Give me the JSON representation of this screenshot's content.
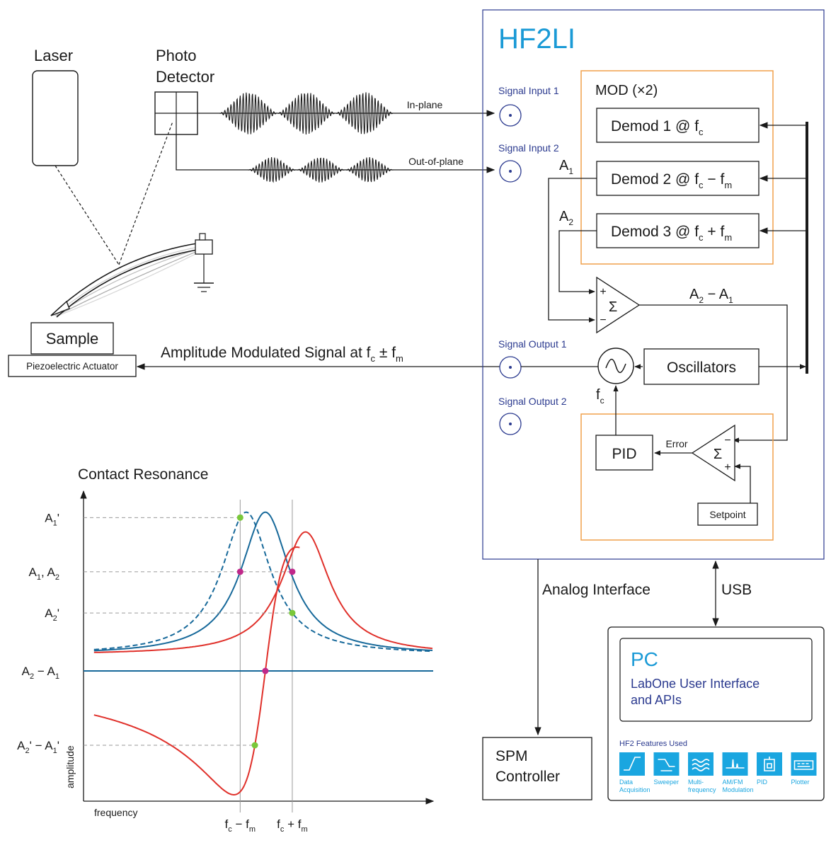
{
  "colors": {
    "line": "#1a1a1a",
    "brand_blue": "#1a9ad6",
    "label_blue": "#2b3a8f",
    "orange": "#f0a04b",
    "curve_blue": "#17699a",
    "curve_red": "#e0302a",
    "dot_magenta": "#c0288a",
    "dot_green": "#7ac83a",
    "icon_blue": "#1aa6e0"
  },
  "left": {
    "laser_label": "Laser",
    "photo_detector_label": [
      "Photo",
      "Detector"
    ],
    "sample_label": "Sample",
    "piezo_label": "Piezoelectric Actuator",
    "in_plane_label": "In-plane",
    "out_of_plane_label": "Out-of-plane",
    "am_signal_label": "Amplitude Modulated Signal at f",
    "am_signal_sub": "c",
    "am_signal_pm": " ± f",
    "am_signal_sub2": "m"
  },
  "hf2li": {
    "title": "HF2LI",
    "signal_input_1": "Signal Input 1",
    "signal_input_2": "Signal Input 2",
    "signal_output_1": "Signal Output 1",
    "signal_output_2": "Signal Output 2",
    "mod_title": "MOD (×2)",
    "demod1": [
      "Demod 1 @ f",
      "c"
    ],
    "demod2": [
      "Demod 2 @ f",
      "c",
      " − f",
      "m"
    ],
    "demod3": [
      "Demod 3 @ f",
      "c",
      " + f",
      "m"
    ],
    "a1": [
      "A",
      "1"
    ],
    "a2": [
      "A",
      "2"
    ],
    "sum_symbol": "Σ",
    "plus": "+",
    "minus": "−",
    "a2_minus_a1": [
      "A",
      "2",
      " − A",
      "1"
    ],
    "oscillators": "Oscillators",
    "fc": [
      "f",
      "c"
    ],
    "pid": "PID",
    "error": "Error",
    "setpoint": "Setpoint"
  },
  "bottom": {
    "analog_interface": "Analog Interface",
    "usb": "USB",
    "spm_controller": [
      "SPM",
      "Controller"
    ],
    "pc_title": "PC",
    "pc_subtitle": [
      "LabOne User Interface",
      "and APIs"
    ],
    "features_title": "HF2 Features Used",
    "features": [
      {
        "icon": "data-acquisition-icon",
        "label": [
          "Data",
          "Acquisition"
        ]
      },
      {
        "icon": "sweeper-icon",
        "label": [
          "Sweeper"
        ]
      },
      {
        "icon": "multi-frequency-icon",
        "label": [
          "Multi-",
          "frequency"
        ]
      },
      {
        "icon": "am-fm-modulation-icon",
        "label": [
          "AM/FM",
          "Modulation"
        ]
      },
      {
        "icon": "pid-icon",
        "label": [
          "PID"
        ]
      },
      {
        "icon": "plotter-icon",
        "label": [
          "Plotter"
        ]
      }
    ]
  },
  "chart_data": {
    "type": "line",
    "title": "Contact Resonance",
    "xlabel": "frequency",
    "ylabel": "amplitude",
    "y_marks": [
      {
        "main": "A",
        "sub": "1",
        "sup": "'"
      },
      {
        "text": "A",
        "sub": "1",
        "text2": ", A",
        "sub2": "2"
      },
      {
        "main": "A",
        "sub": "2",
        "sup": "'"
      },
      {
        "text": "A",
        "sub": "2",
        "text2": " − A",
        "sub2": "1"
      },
      {
        "text": "A",
        "sub": "2",
        "text2": "' − A",
        "sub2": "1",
        "text3": "'"
      }
    ],
    "x_marks": [
      {
        "text": "f",
        "sub": "c",
        "text2": " − f",
        "sub2": "m"
      },
      {
        "text": "f",
        "sub": "c",
        "text2": " + f",
        "sub2": "m"
      }
    ],
    "series": [
      {
        "style": "solid-blue",
        "kind": "lorentzian"
      },
      {
        "style": "dashed-blue",
        "kind": "lorentzian-shifted"
      },
      {
        "style": "solid-red",
        "kind": "difference"
      },
      {
        "style": "blue-baseline",
        "kind": "zero"
      }
    ]
  }
}
